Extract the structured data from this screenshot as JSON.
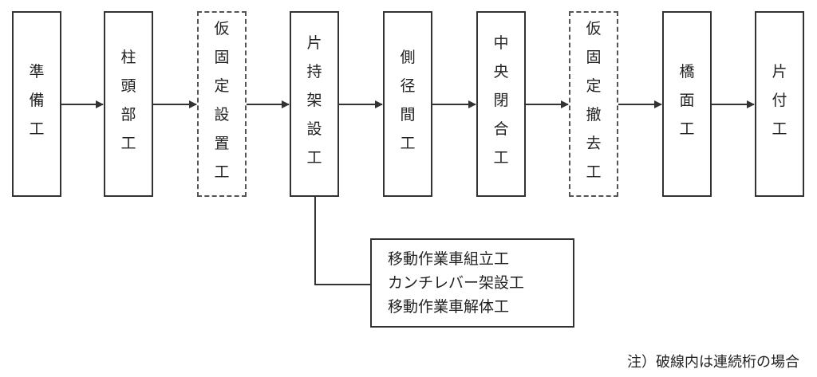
{
  "steps": [
    {
      "label": "準備工",
      "dashed": false
    },
    {
      "label": "柱頭部工",
      "dashed": false
    },
    {
      "label": "仮固定設置工",
      "dashed": true
    },
    {
      "label": "片持架設工",
      "dashed": false
    },
    {
      "label": "側径間工",
      "dashed": false
    },
    {
      "label": "中央閉合工",
      "dashed": false
    },
    {
      "label": "仮固定撤去工",
      "dashed": true
    },
    {
      "label": "橋面工",
      "dashed": false
    },
    {
      "label": "片付工",
      "dashed": false
    }
  ],
  "cantilever_substeps": [
    "移動作業車組立工",
    "カンチレバー架設工",
    "移動作業車解体工"
  ],
  "note": "注）破線内は連続桁の場合",
  "colors": {
    "line": "#333333",
    "dashed_border": "#555555",
    "text": "#222222"
  }
}
